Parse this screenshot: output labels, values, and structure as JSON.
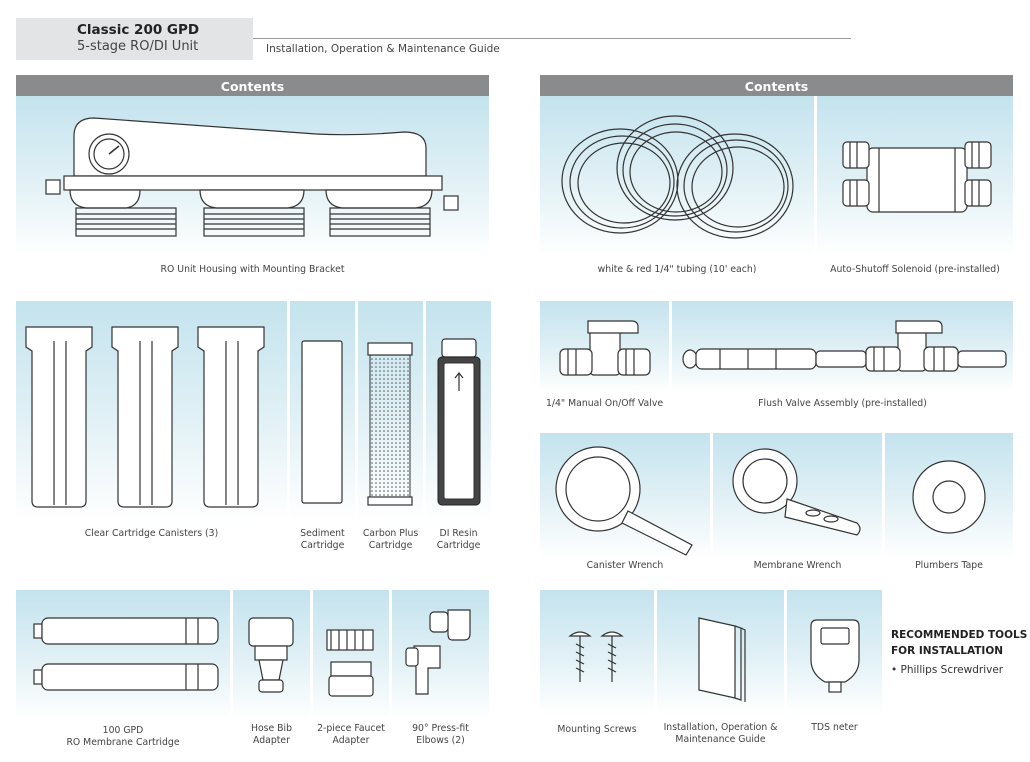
{
  "header": {
    "model": "Classic 200 GPD",
    "subtitle": "5-stage RO/DI Unit",
    "guide": "Installation, Operation & Maintenance Guide"
  },
  "sections": {
    "left_title": "Contents",
    "right_title": "Contents"
  },
  "items": {
    "housing": "RO Unit Housing with Mounting Bracket",
    "tubing": "white & red 1/4\" tubing (10' each)",
    "solenoid": "Auto-Shutoff Solenoid (pre-installed)",
    "canisters": "Clear Cartridge Canisters (3)",
    "sediment_1": "Sediment",
    "sediment_2": "Cartridge",
    "carbon_1": "Carbon Plus",
    "carbon_2": "Cartridge",
    "diresin_1": "DI Resin",
    "diresin_2": "Cartridge",
    "manual_valve": "1/4\" Manual On/Off Valve",
    "flush_valve": "Flush Valve Assembly (pre-installed)",
    "canister_wrench": "Canister Wrench",
    "membrane_wrench": "Membrane Wrench",
    "plumbers_tape": "Plumbers Tape",
    "membrane_1": "100 GPD",
    "membrane_2": "RO Membrane Cartridge",
    "hosebib_1": "Hose Bib",
    "hosebib_2": "Adapter",
    "faucet_1": "2-piece Faucet",
    "faucet_2": "Adapter",
    "elbows_1": "90° Press-fit",
    "elbows_2": "Elbows (2)",
    "screws": "Mounting Screws",
    "guide_1": "Installation, Operation &",
    "guide_2": "Maintenance Guide",
    "tds": "TDS neter"
  },
  "tools": {
    "title_1": "RECOMMENDED TOOLS",
    "title_2": "FOR INSTALLATION",
    "item": "• Phillips Screwdriver"
  },
  "colors": {
    "header_bar": "#8a8b8d",
    "panel_top": "#c4e3ee",
    "title_box": "#e3e4e5"
  }
}
